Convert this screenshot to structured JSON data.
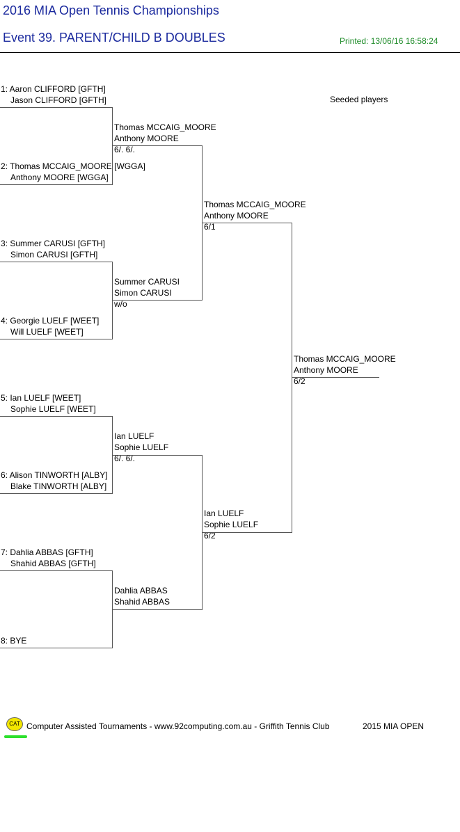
{
  "header": {
    "title": "2016 MIA Open Tennis Championships",
    "event": "Event 39. PARENT/CHILD B DOUBLES",
    "printed": "Printed: 13/06/16 16:58:24",
    "seeded_label": "Seeded players"
  },
  "round1": [
    {
      "line1": "1: Aaron CLIFFORD [GFTH]",
      "line2": "Jason CLIFFORD [GFTH]"
    },
    {
      "line1": "2: Thomas MCCAIG_MOORE [WGGA]",
      "line2": "Anthony MOORE [WGGA]"
    },
    {
      "line1": "3: Summer CARUSI [GFTH]",
      "line2": "Simon CARUSI [GFTH]"
    },
    {
      "line1": "4: Georgie LUELF [WEET]",
      "line2": "Will LUELF [WEET]"
    },
    {
      "line1": "5: Ian LUELF [WEET]",
      "line2": "Sophie LUELF [WEET]"
    },
    {
      "line1": "6: Alison TINWORTH [ALBY]",
      "line2": "Blake TINWORTH [ALBY]"
    },
    {
      "line1": "7: Dahlia ABBAS [GFTH]",
      "line2": "Shahid ABBAS [GFTH]"
    },
    {
      "line1": "",
      "line2": "8: BYE"
    }
  ],
  "round2": [
    {
      "line1": "Thomas MCCAIG_MOORE",
      "line2": "Anthony MOORE",
      "score": "6/. 6/."
    },
    {
      "line1": "Summer CARUSI",
      "line2": "Simon CARUSI",
      "score": "w/o"
    },
    {
      "line1": "Ian LUELF",
      "line2": "Sophie LUELF",
      "score": "6/. 6/."
    },
    {
      "line1": "Dahlia ABBAS",
      "line2": "Shahid ABBAS",
      "score": ""
    }
  ],
  "round3": [
    {
      "line1": "Thomas MCCAIG_MOORE",
      "line2": "Anthony MOORE",
      "score": "6/1"
    },
    {
      "line1": "Ian LUELF",
      "line2": "Sophie LUELF",
      "score": "6/2"
    }
  ],
  "final": {
    "line1": "Thomas MCCAIG_MOORE",
    "line2": "Anthony MOORE",
    "score": "6/2"
  },
  "footer": {
    "logo_text": "CAT",
    "credit": "Computer Assisted Tournaments - www.92computing.com.au -  Griffith Tennis Club",
    "edition": "2015 MIA OPEN"
  }
}
